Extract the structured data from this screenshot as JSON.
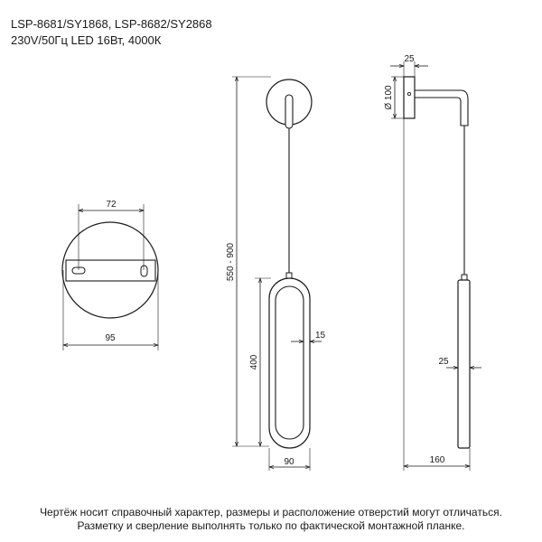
{
  "header": {
    "models": "LSP-8681/SY1868, LSP-8682/SY2868",
    "specs": "230V/50Гц  LED 16Вт, 4000К"
  },
  "dimensions": {
    "mount_slot_distance": "72",
    "mount_plate_diameter": "95",
    "cable_length_range": "550 - 900",
    "ring_height": "400",
    "ring_width": "90",
    "ring_thickness": "15",
    "base_depth": "25",
    "base_diameter": "Ø 100",
    "tube_diameter": "25",
    "arm_reach": "160"
  },
  "footer": {
    "line1": "Чертёж носит справочный характер, размеры и расположение отверстий могут отличаться.",
    "line2": "Разметку и сверление выполнять только по фактической монтажной планке."
  }
}
